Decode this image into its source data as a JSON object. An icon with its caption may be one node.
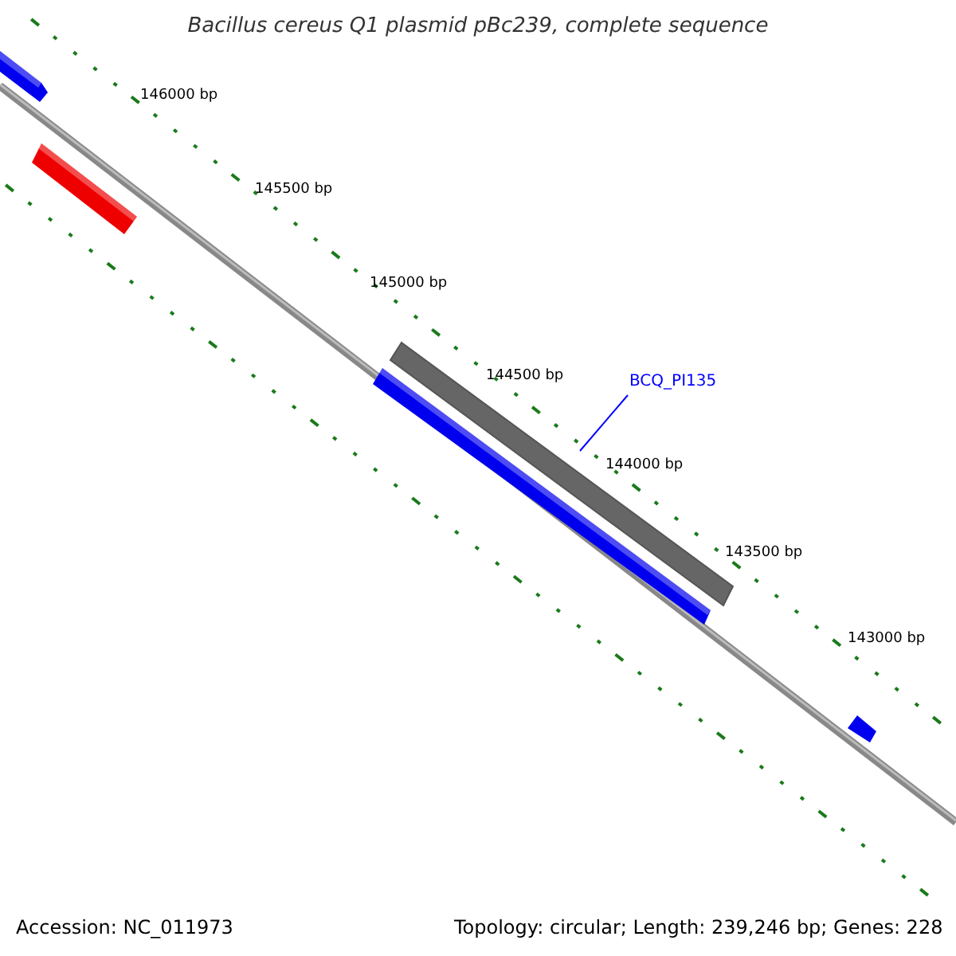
{
  "diagram": {
    "title": "Bacillus cereus Q1 plasmid pBc239, complete sequence",
    "nodes": [
      {
        "text": [
          "BCQ_PI135"
        ]
      },
      {
        "text": [],
        "shape": "bar"
      }
    ],
    "edges": [
      {
        "from": 0,
        "to": 1,
        "arrow": "none"
      }
    ],
    "labels": [
      "146000 bp",
      "145500 bp",
      "145000 bp",
      "144500 bp",
      "144000 bp",
      "143500 bp",
      "143000 bp",
      "Accession: NC_011973",
      "Topology: circular; Length: 239,246 bp; Genes: 228"
    ]
  }
}
